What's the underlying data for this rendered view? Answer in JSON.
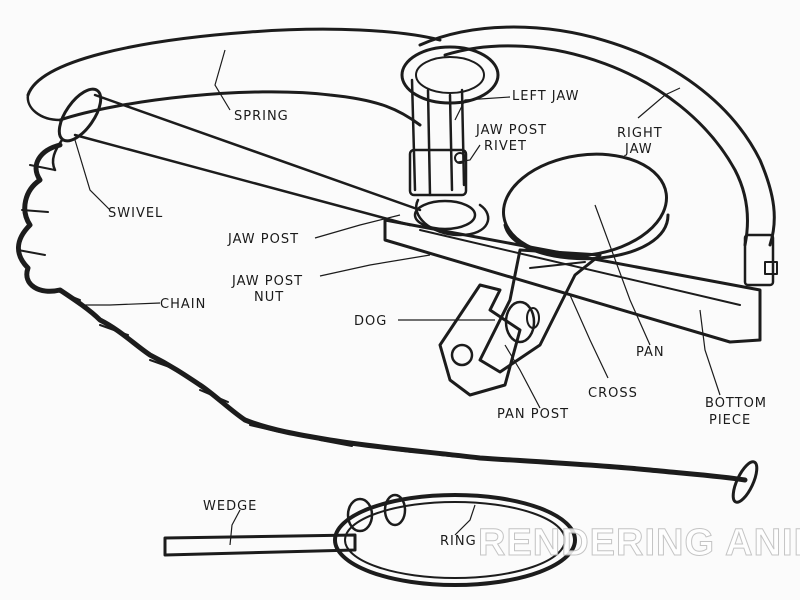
{
  "labels": {
    "spring": "SPRING",
    "left_jaw": "LEFT JAW",
    "jaw_post_rivet_line1": "JAW POST",
    "jaw_post_rivet_line2": "RIVET",
    "right_jaw_line1": "RIGHT",
    "right_jaw_line2": "JAW",
    "swivel": "SWIVEL",
    "jaw_post": "JAW POST",
    "jaw_post_nut_line1": "JAW POST",
    "jaw_post_nut_line2": "NUT",
    "chain": "CHAIN",
    "dog": "DOG",
    "pan": "PAN",
    "cross": "CROSS",
    "bottom_piece_line1": "BOTTOM",
    "bottom_piece_line2": "PIECE",
    "pan_post": "PAN POST",
    "wedge": "WEDGE",
    "ring": "RING"
  },
  "watermark": "RENDERING ANIMATION",
  "colors": {
    "ink": "#1c1c1c",
    "paper": "#fbfbfb"
  }
}
